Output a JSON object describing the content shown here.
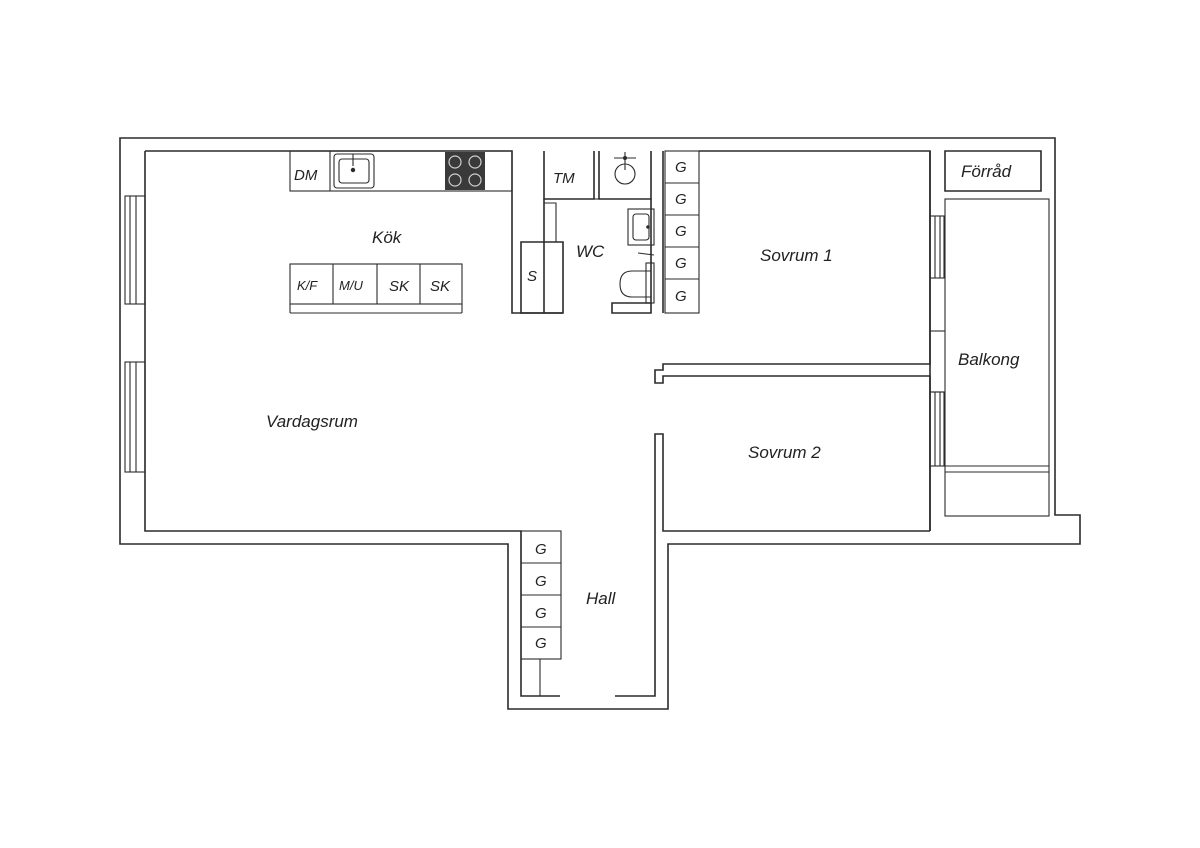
{
  "rooms": {
    "kok": "Kök",
    "vardagsrum": "Vardagsrum",
    "wc": "WC",
    "sovrum1": "Sovrum 1",
    "sovrum2": "Sovrum 2",
    "hall": "Hall",
    "balkong": "Balkong",
    "forrad": "Förråd"
  },
  "fixtures": {
    "dm": "DM",
    "tm": "TM",
    "s": "S",
    "island": [
      "K/F",
      "M/U",
      "SK",
      "SK"
    ],
    "wardrobe_sovrum": [
      "G",
      "G",
      "G",
      "G",
      "G"
    ],
    "wardrobe_hall": [
      "G",
      "G",
      "G",
      "G"
    ]
  },
  "icons": [
    "sink-icon",
    "stove-icon",
    "washbasin-icon",
    "toilet-icon",
    "shower-icon"
  ],
  "colors": {
    "wall": "#2b2b2b",
    "background": "#ffffff",
    "stove": "#3a3a3a"
  }
}
